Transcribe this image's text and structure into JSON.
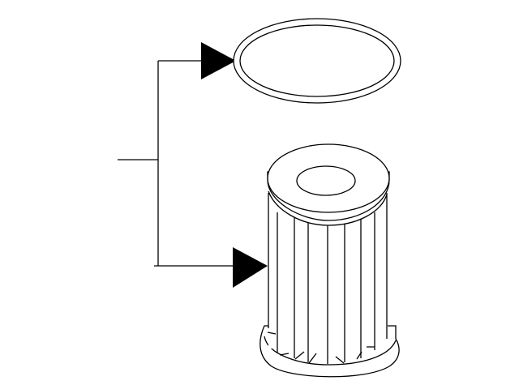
{
  "diagram": {
    "parts": [
      {
        "id": "gasket",
        "icon": "o-ring-gasket"
      },
      {
        "id": "filter-element",
        "icon": "oil-filter-cartridge"
      }
    ],
    "colors": {
      "line": "#000000",
      "background": "#ffffff",
      "arrow": "#000000"
    }
  }
}
